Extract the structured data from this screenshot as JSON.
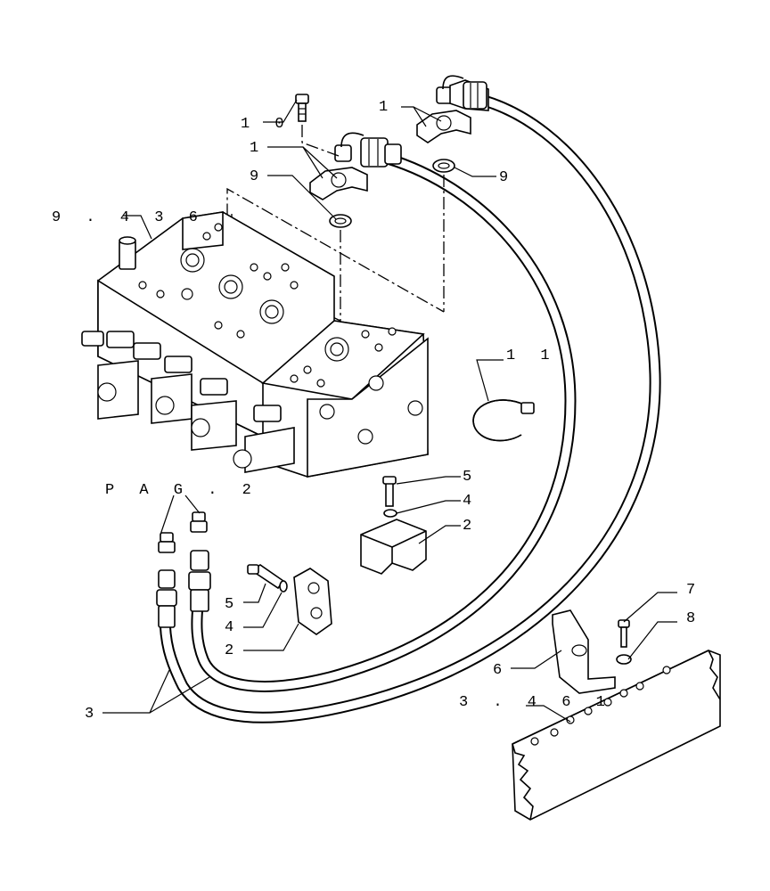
{
  "labels": {
    "part_1a": "1",
    "part_1b": "1",
    "part_10": "1 0",
    "part_9a": "9",
    "part_9b": "9",
    "ref_valve": "9 . 4 3 6",
    "part_11": "1 1",
    "pag": "P A G . 2",
    "part_5a": "5",
    "part_4a": "4",
    "part_2a": "2",
    "part_5b": "5",
    "part_4b": "4",
    "part_2b": "2",
    "part_3": "3",
    "part_7": "7",
    "part_8": "8",
    "part_6": "6",
    "ref_frame": "3 . 4 6 1"
  }
}
